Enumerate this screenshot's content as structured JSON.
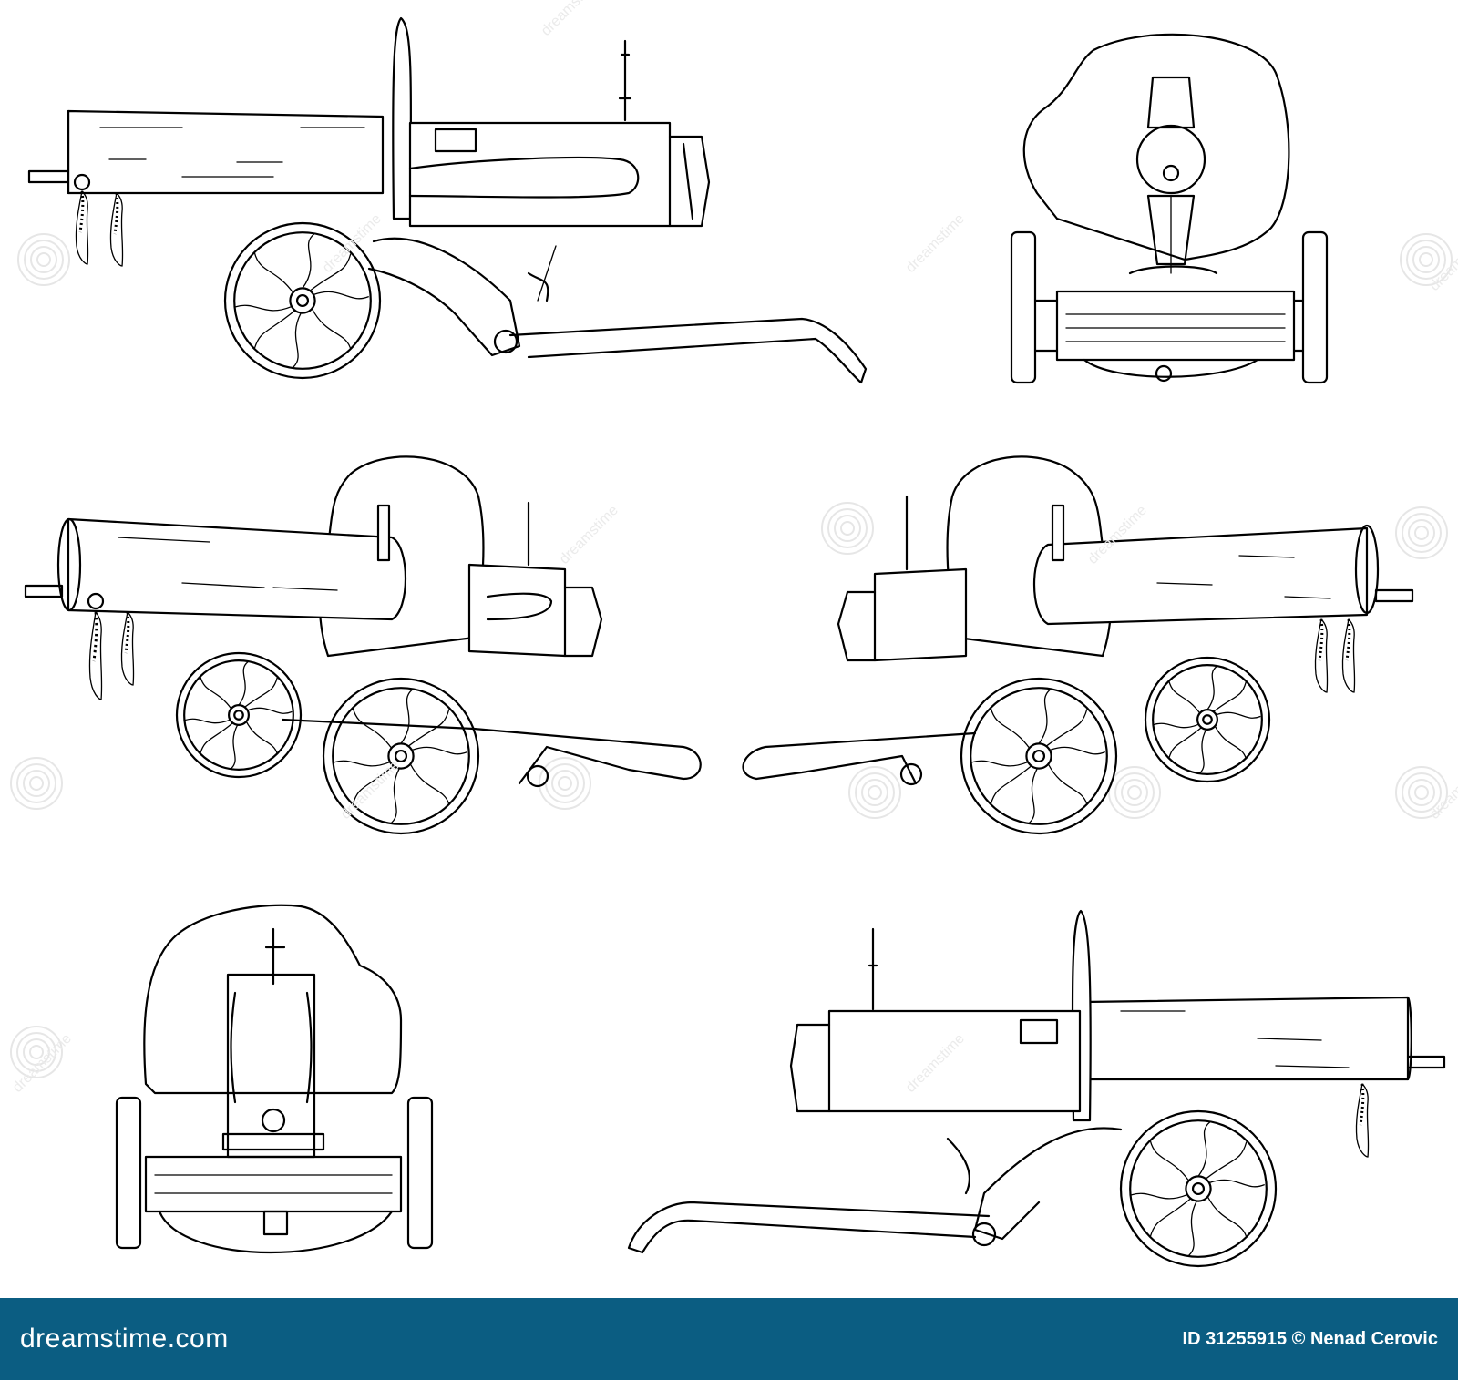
{
  "footer": {
    "logo_text": "dreamstime.com",
    "credit": "ID 31255915 © Nenad Cerovic",
    "background_color": "#0b5d82",
    "text_color": "#ffffff"
  },
  "illustration": {
    "subject": "Maxim machine gun on wheeled carriage",
    "views": [
      "side-right",
      "front",
      "three-quarter-left",
      "three-quarter-right",
      "rear",
      "side-left"
    ],
    "watermark_color": "#e6e6e6",
    "line_color": "#000000"
  }
}
